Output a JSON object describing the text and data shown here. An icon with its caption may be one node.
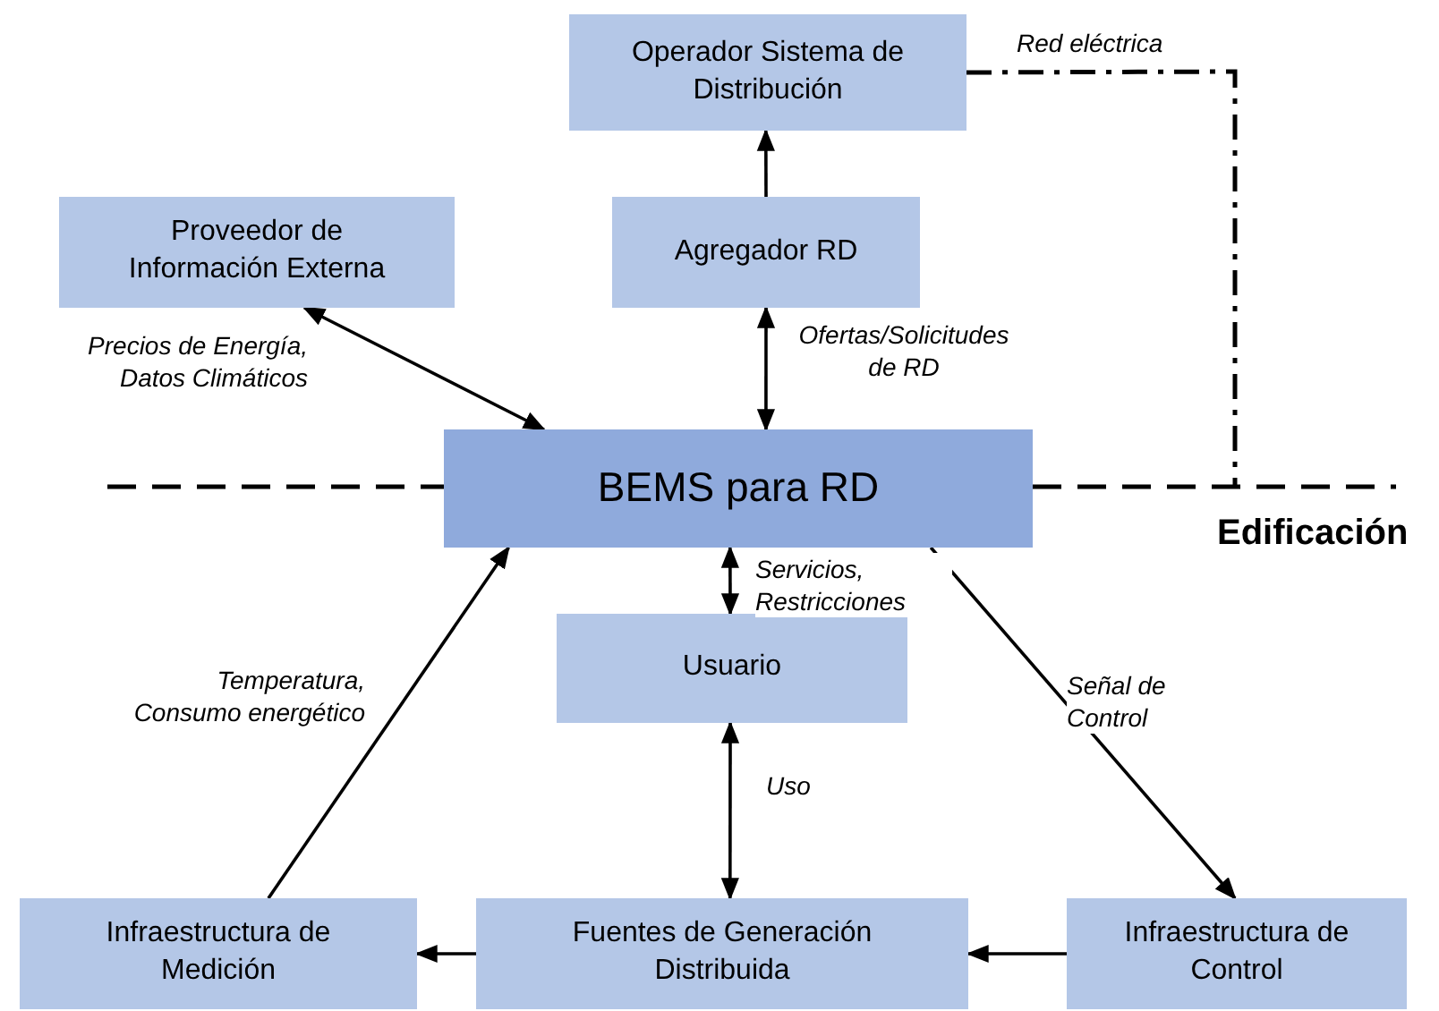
{
  "diagram": {
    "nodes": [
      {
        "text": [
          "Operador Sistema de Distribución"
        ]
      },
      {
        "text": [
          "Proveedor de Información Externa"
        ]
      },
      {
        "text": [
          "Agregador RD"
        ]
      },
      {
        "text": [
          "BEMS para RD"
        ]
      },
      {
        "text": [
          "Usuario"
        ]
      },
      {
        "text": [
          "Infraestructura de Medición"
        ]
      },
      {
        "text": [
          "Fuentes de Generación Distribuida"
        ]
      },
      {
        "text": [
          "Infraestructura de Control"
        ]
      }
    ],
    "edges": [
      {
        "from": 1,
        "to": 3,
        "arrow": "both",
        "label": "Precios de Energía, Datos Climáticos"
      },
      {
        "from": 2,
        "to": 0,
        "arrow": "to"
      },
      {
        "from": 2,
        "to": 3,
        "arrow": "both",
        "label": "Ofertas/Solicitudes de RD"
      },
      {
        "from": 3,
        "to": 4,
        "arrow": "both",
        "label": "Servicios, Restricciones"
      },
      {
        "from": 3,
        "to": 7,
        "arrow": "to",
        "label": "Señal de Control"
      },
      {
        "from": 4,
        "to": 6,
        "arrow": "both",
        "label": "Uso"
      },
      {
        "from": 7,
        "to": 6,
        "arrow": "to"
      },
      {
        "from": 6,
        "to": 5,
        "arrow": "to"
      },
      {
        "from": 5,
        "to": 3,
        "arrow": "to",
        "label": "Temperatura, Consumo energético"
      },
      {
        "from": 0,
        "to": null,
        "arrow": "none",
        "style": "dashed",
        "label": "Red eléctrica"
      }
    ],
    "labels": [
      "Edificación"
    ]
  }
}
